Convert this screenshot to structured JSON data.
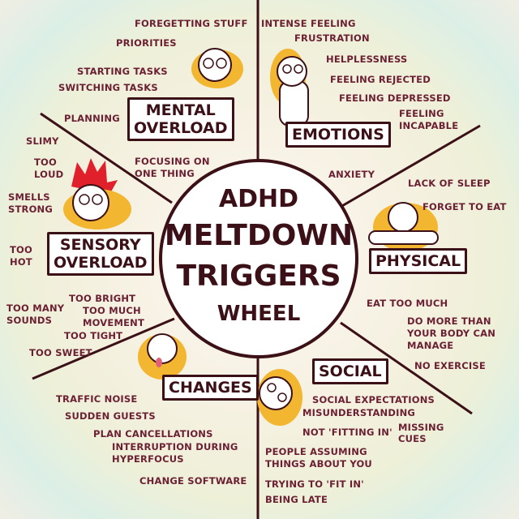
{
  "center": {
    "line1": "ADHD",
    "line2": "MELTDOWN",
    "line3": "TRIGGERS",
    "line4": "WHEEL"
  },
  "sections": {
    "mental": {
      "title1": "MENTAL",
      "title2": "OVERLOAD",
      "items": [
        "FOREGETTING STUFF",
        "PRIORITIES",
        "STARTING TASKS",
        "SWITCHING TASKS",
        "PLANNING",
        "FOCUSING ON",
        "ONE THING"
      ]
    },
    "emotions": {
      "title": "EMOTIONS",
      "items": [
        "INTENSE FEELING",
        "FRUSTRATION",
        "HELPLESSNESS",
        "FEELING REJECTED",
        "FEELING DEPRESSED",
        "FEELING",
        "INCAPABLE",
        "ANXIETY"
      ]
    },
    "physical": {
      "title": "PHYSICAL",
      "items": [
        "LACK OF SLEEP",
        "FORGET TO EAT",
        "EAT TOO MUCH",
        "DO MORE THAN",
        "YOUR BODY CAN",
        "MANAGE",
        "NO EXERCISE"
      ]
    },
    "social": {
      "title": "SOCIAL",
      "items": [
        "SOCIAL EXPECTATIONS",
        "MISUNDERSTANDING",
        "NOT 'FITTING IN'",
        "MISSING",
        "CUES",
        "PEOPLE ASSUMING",
        "THINGS ABOUT YOU",
        "TRYING TO 'FIT IN'",
        "BEING LATE"
      ]
    },
    "changes": {
      "title": "CHANGES",
      "items": [
        "TRAFFIC NOISE",
        "SUDDEN GUESTS",
        "PLAN CANCELLATIONS",
        "INTERRUPTION DURING",
        "HYPERFOCUS",
        "CHANGE SOFTWARE"
      ]
    },
    "sensory": {
      "title1": "SENSORY",
      "title2": "OVERLOAD",
      "items": [
        "SLIMY",
        "TOO",
        "LOUD",
        "SMELLS",
        "STRONG",
        "TOO",
        "HOT",
        "TOO MANY",
        "SOUNDS",
        "TOO BRIGHT",
        "TOO MUCH",
        "MOVEMENT",
        "TOO TIGHT",
        "TOO SWEET"
      ]
    }
  },
  "colors": {
    "ink": "#3b1017",
    "text": "#6b1f33",
    "hair": "#f2b630",
    "red_hair": "#e0202a"
  }
}
